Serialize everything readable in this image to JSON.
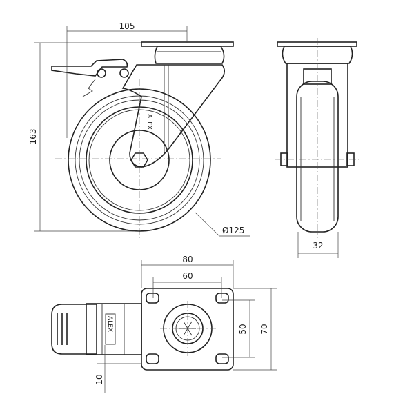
{
  "title": "Swivel castor with brake – technical drawing",
  "brand": "ALEX",
  "dimensions": {
    "offset": "105",
    "height": "163",
    "wheel_diameter": "Ø125",
    "wheel_width": "32",
    "plate_length": "80",
    "hole_spacing_length": "60",
    "hole_spacing_width": "50",
    "plate_width": "70",
    "hole_size": "10"
  },
  "unit": "mm"
}
